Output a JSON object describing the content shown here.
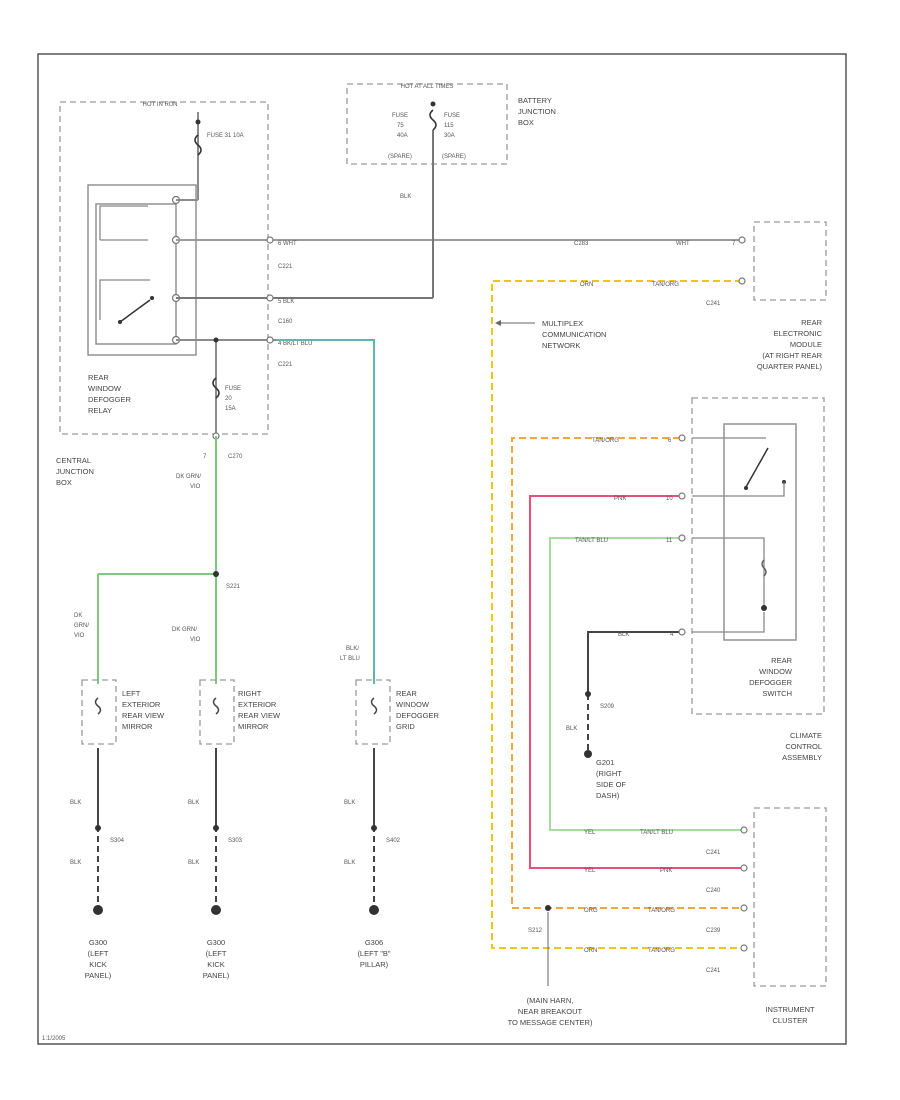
{
  "colors": {
    "frame": "#555555",
    "wire_gray": "#8c8c8c",
    "wire_black": "#444444",
    "wire_green": "#7fc97f",
    "wire_light_green": "#a6dca0",
    "wire_teal": "#5fb6b0",
    "wire_pink": "#ee4d7a",
    "wire_yellow": "#f0c419",
    "wire_orange": "#f3a63c"
  },
  "labels": {
    "hot_in_run": "HOT IN RUN",
    "hot_at_all_times": "HOT AT ALL TIMES",
    "fuse_31": "FUSE\n31\n10A",
    "fuse_75": "FUSE\n75\n40A",
    "fuse_115": "FUSE\n115\n30A",
    "fuse_75_block": "(SPARE)",
    "fuse_115_block": "(SPARE)",
    "battery_junction_box": "BATTERY\nJUNCTION\nBOX",
    "blk_top": "BLK",
    "wht_c221": "6 WHT",
    "c221_a": "C221",
    "blk_c160": "5 BLK",
    "c160": "C160",
    "bk_lt_blu_c221": "4 BK/LT BLU",
    "c221_b": "C221",
    "c283": "C283",
    "wht_right": "WHT",
    "wire_7": "7",
    "c241_top": "C241",
    "orn_top": "ORN",
    "tan_org_top": "TAN/ORG",
    "rear_window_defogger_relay": "REAR\nWINDOW\nDEFOGGER\nRELAY",
    "multiplex_network": "MULTIPLEX\nCOMMUNICATION\nNETWORK",
    "rear_electronic_module": "REAR\nELECTRONIC\nMODULE\n(AT RIGHT REAR\nQUARTER PANEL)",
    "fuse_20": "FUSE\n20\n15A",
    "central_junction_box": "CENTRAL\nJUNCTION\nBOX",
    "c270_pin": "7",
    "c270": "C270",
    "dk_grn_vio_1": "DK GRN/\nVIO",
    "s221": "S221",
    "dk_grn_vio_left": "DK\nGRN/\nVIO",
    "dk_grn_vio_mid": "DK GRN/\nVIO",
    "blk_lt_blu": "BLK/\nLT BLU",
    "left_mirror": "LEFT\nEXTERIOR\nREAR VIEW\nMIRROR",
    "right_mirror": "RIGHT\nEXTERIOR\nREAR VIEW\nMIRROR",
    "defogger_grid": "REAR\nWINDOW\nDEFOGGER\nGRID",
    "tan_org_switch": "TAN/ORG",
    "pnk_switch": "PNK",
    "tan_lt_blu_switch": "TAN/LT BLU",
    "blk_switch": "BLK",
    "pin_6": "6",
    "pin_10": "10",
    "pin_11": "11",
    "pin_4": "4",
    "switch_label": "REAR\nWINDOW\nDEFOGGER\nSWITCH",
    "climate_control": "CLIMATE\nCONTROL\nASSEMBLY",
    "s209": "S209",
    "blk_ground": "BLK",
    "g201": "G201\n(RIGHT\nSIDE OF\nDASH)",
    "blk_l1": "BLK",
    "blk_l2": "BLK",
    "s304": "S304",
    "blk_m1": "BLK",
    "blk_m2": "BLK",
    "s303": "S303",
    "blk_r1": "BLK",
    "blk_r2": "BLK",
    "s402": "S402",
    "g300_left": "G300\n(LEFT\nKICK\nPANEL)",
    "g300_mid": "G300\n(LEFT\nKICK\nPANEL)",
    "g306": "G306\n(LEFT \"B\"\nPILLAR)",
    "ic_row1": "YEL",
    "ic_row1b": "TAN/LT BLU",
    "c241_ic1": "C241",
    "ic_row2": "YEL",
    "ic_row2b": "PNK",
    "c240": "C240",
    "ic_row3": "ORG",
    "ic_row3b": "TAN/ORG",
    "c239": "C239",
    "s212": "S212",
    "ic_row4": "ORN",
    "ic_row4b": "TAN/ORG",
    "c241_ic2": "C241",
    "main_harness": "(MAIN HARN,\nNEAR BREAKOUT\nTO MESSAGE CENTER)",
    "instrument_cluster": "INSTRUMENT\nCLUSTER",
    "page_id": "1:1/2005"
  }
}
